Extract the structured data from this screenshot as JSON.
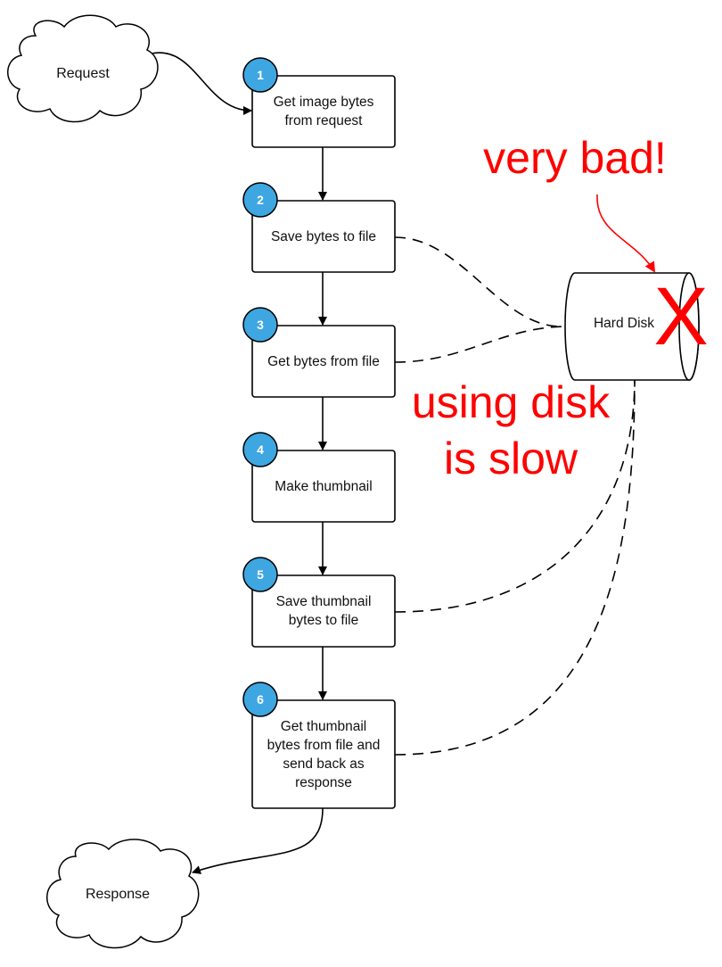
{
  "steps": [
    {
      "number": "1",
      "label": "Get image bytes\nfrom request"
    },
    {
      "number": "2",
      "label": "Save bytes to file"
    },
    {
      "number": "3",
      "label": "Get bytes from file"
    },
    {
      "number": "4",
      "label": "Make thumbnail"
    },
    {
      "number": "5",
      "label": "Save thumbnail\nbytes to file"
    },
    {
      "number": "6",
      "label": "Get thumbnail\nbytes from file and\nsend back as\nresponse"
    }
  ],
  "request_label": "Request",
  "response_label": "Response",
  "disk_label": "Hard Disk",
  "disk_mark": "X",
  "annotations": {
    "very_bad": "very bad!",
    "slow": "using disk\nis slow"
  },
  "colors": {
    "badge": "#3ea6e0",
    "annotation": "#ff0000",
    "stroke": "#000000"
  }
}
